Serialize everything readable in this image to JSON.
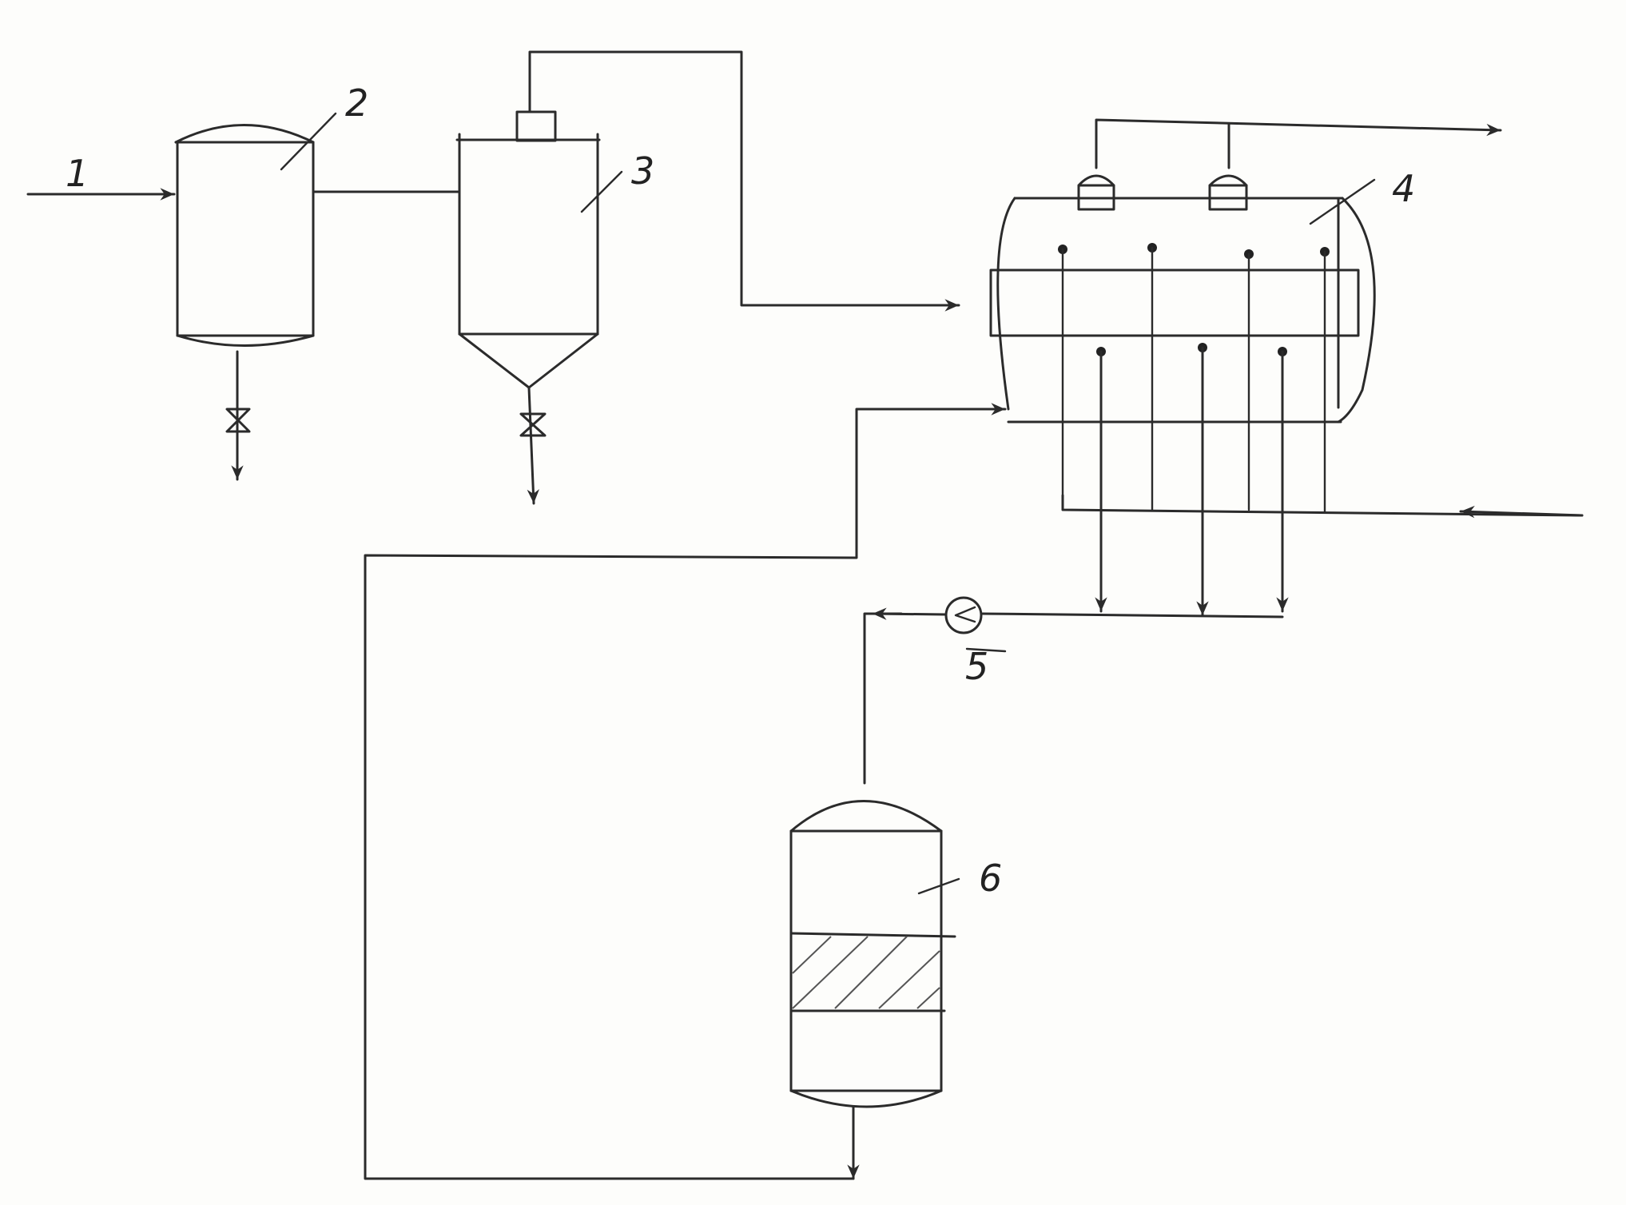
{
  "labels": {
    "stream_1": "1",
    "unit_2": "2",
    "unit_3": "3",
    "unit_4": "4",
    "unit_5": "5",
    "unit_6": "6"
  },
  "colors": {
    "ink": "#2b2b2b",
    "paper": "#fdfdfb"
  }
}
